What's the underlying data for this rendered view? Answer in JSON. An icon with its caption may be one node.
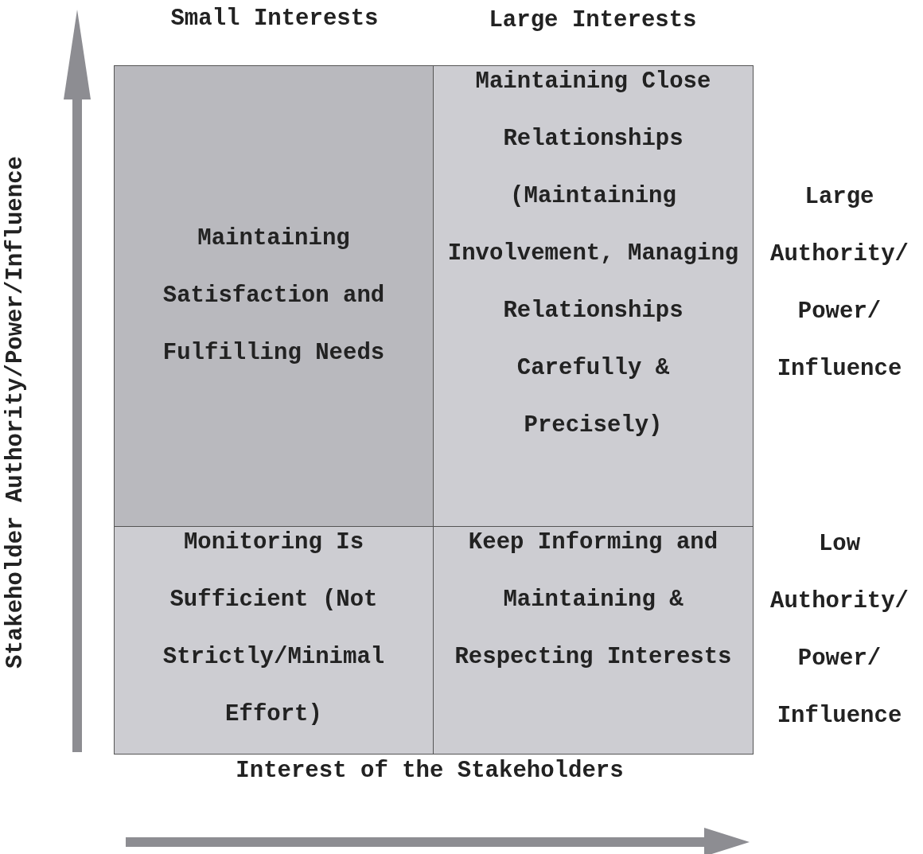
{
  "diagram": {
    "nodes": [
      {
        "text": [
          "Maintaining Satisfaction and Fulfilling Needs"
        ]
      },
      {
        "text": [
          "Maintaining Close Relationships (Maintaining Involvement, Managing Relationships Carefully & Precisely)"
        ]
      },
      {
        "text": [
          "Monitoring Is Sufficient (Not Strictly/Minimal Effort)"
        ]
      },
      {
        "text": [
          "Keep Informing and Maintaining & Respecting Interests"
        ]
      }
    ],
    "edges": [],
    "labels": [
      "Small Interests",
      "Large Interests",
      "Stakeholder Authority/Power/Influence",
      "Large Authority/ Power/ Influence",
      "Low Authority/ Power/ Influence",
      "Interest of the Stakeholders"
    ]
  }
}
